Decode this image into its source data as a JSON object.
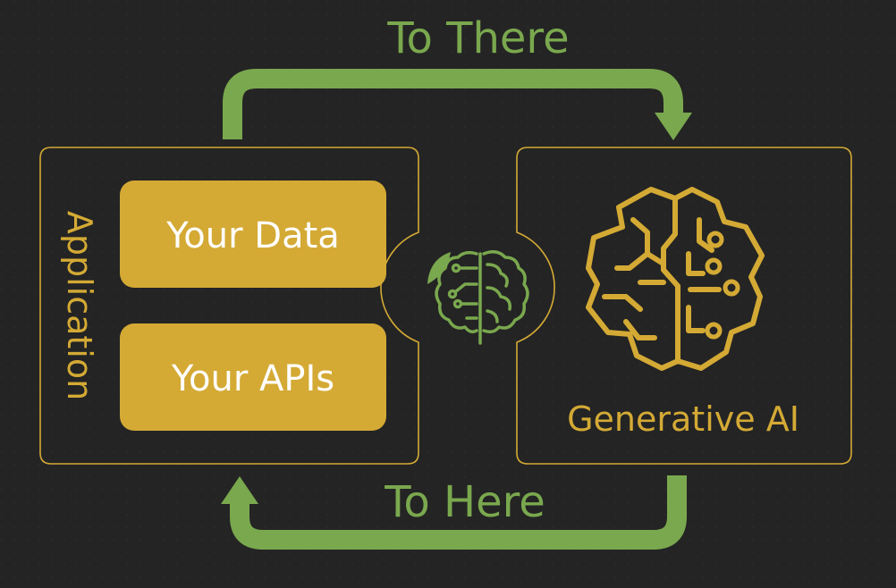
{
  "top_arrow": {
    "label": "To There"
  },
  "bottom_arrow": {
    "label": "To Here"
  },
  "application": {
    "title": "Application",
    "items": [
      {
        "label": "Your Data"
      },
      {
        "label": "Your APIs"
      }
    ]
  },
  "generative_ai": {
    "title": "Generative AI"
  },
  "icons": {
    "center": "leaf-brain-icon",
    "right": "circuit-brain-icon"
  },
  "colors": {
    "background": "#242424",
    "green": "#7aa84e",
    "gold": "#d4aa35",
    "button_text": "#ffffff"
  }
}
